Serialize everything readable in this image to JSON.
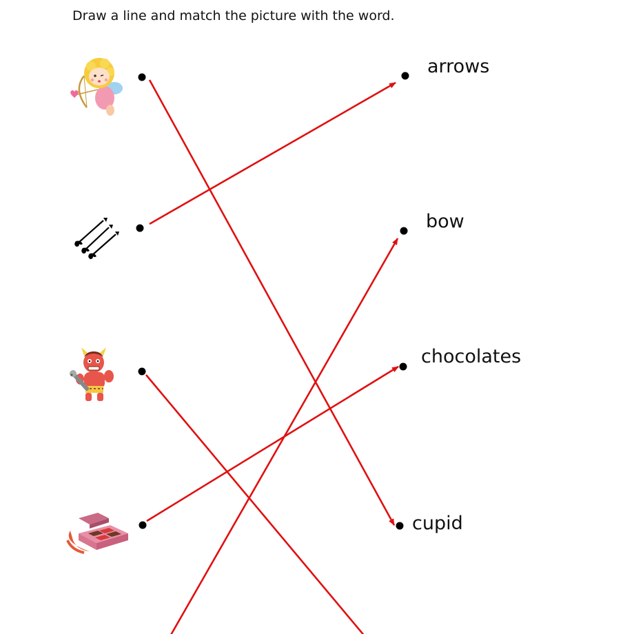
{
  "worksheet": {
    "instruction": "Draw a line and match the picture with the word.",
    "words": [
      {
        "label": "arrows"
      },
      {
        "label": "bow"
      },
      {
        "label": "chocolates"
      },
      {
        "label": "cupid"
      }
    ],
    "pictures": [
      {
        "icon": "cupid-icon"
      },
      {
        "icon": "arrows-icon"
      },
      {
        "icon": "red-oni-demon-icon"
      },
      {
        "icon": "chocolate-box-icon"
      }
    ],
    "colors": {
      "line": "#e01010",
      "dot": "#000000",
      "text": "#111111"
    }
  }
}
